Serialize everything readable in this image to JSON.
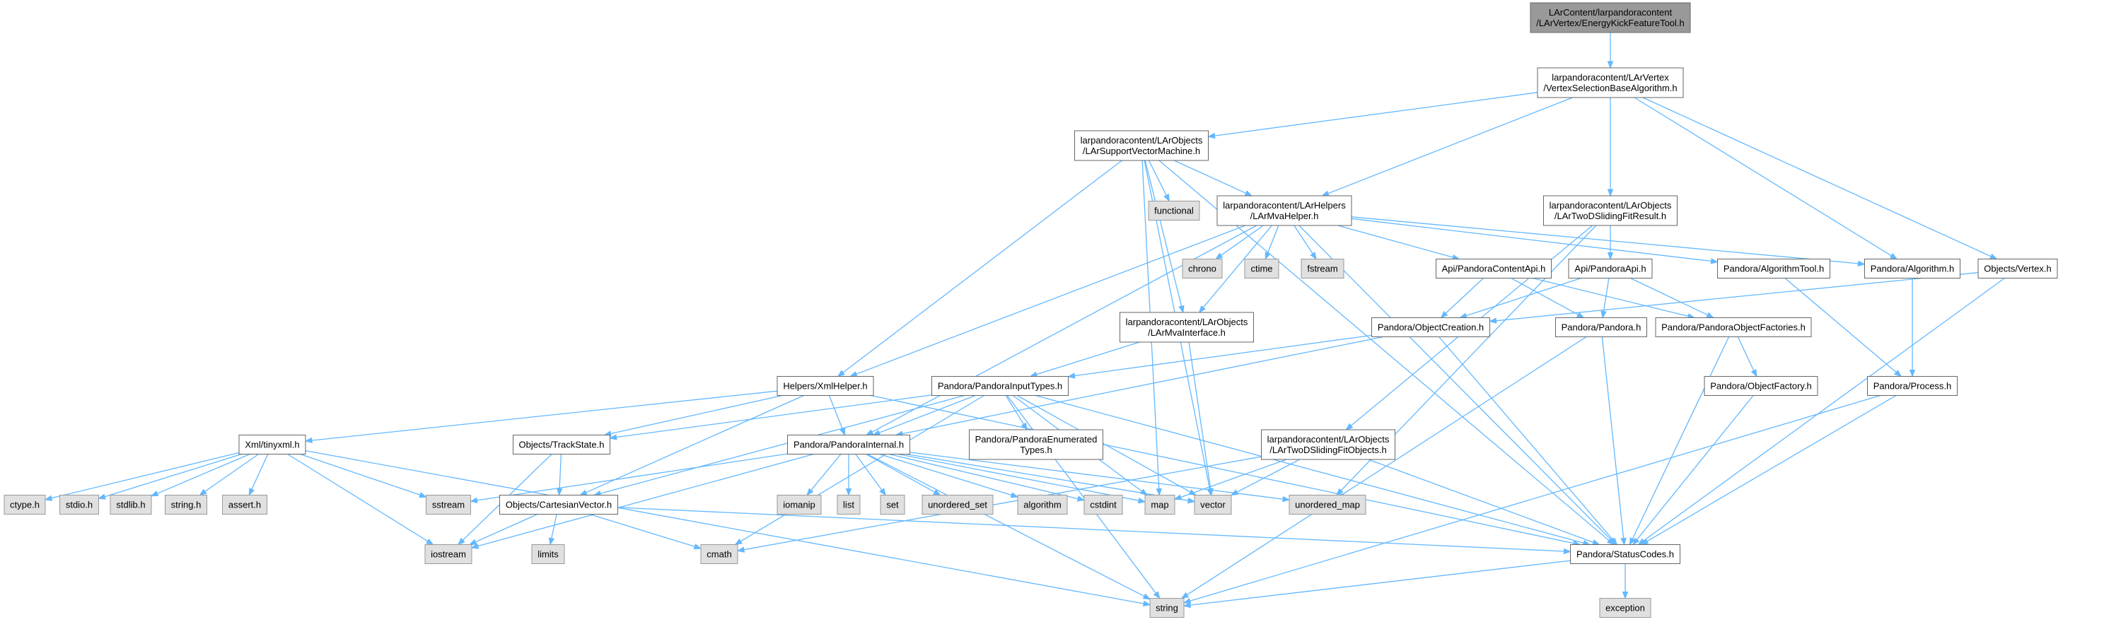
{
  "nodes": {
    "root": {
      "lines": [
        "LArContent/larpandoracontent",
        "/LArVertex/EnergyKickFeatureTool.h"
      ],
      "style": "root"
    },
    "vsba": {
      "lines": [
        "larpandoracontent/LArVertex",
        "/VertexSelectionBaseAlgorithm.h"
      ],
      "style": "file"
    },
    "svm": {
      "lines": [
        "larpandoracontent/LArObjects",
        "/LArSupportVectorMachine.h"
      ],
      "style": "file"
    },
    "mvahelper": {
      "lines": [
        "larpandoracontent/LArHelpers",
        "/LArMvaHelper.h"
      ],
      "style": "file"
    },
    "twodfit": {
      "lines": [
        "larpandoracontent/LArObjects",
        "/LArTwoDSlidingFitResult.h"
      ],
      "style": "file"
    },
    "mvainterface": {
      "lines": [
        "larpandoracontent/LArObjects",
        "/LArMvaInterface.h"
      ],
      "style": "file"
    },
    "twodfitobj": {
      "lines": [
        "larpandoracontent/LArObjects",
        "/LArTwoDSlidingFitObjects.h"
      ],
      "style": "file"
    },
    "functional": {
      "lines": [
        "functional"
      ],
      "style": "sys"
    },
    "chrono": {
      "lines": [
        "chrono"
      ],
      "style": "sys"
    },
    "ctime": {
      "lines": [
        "ctime"
      ],
      "style": "sys"
    },
    "fstream": {
      "lines": [
        "fstream"
      ],
      "style": "sys"
    },
    "pcapi": {
      "lines": [
        "Api/PandoraContentApi.h"
      ],
      "style": "file"
    },
    "papi": {
      "lines": [
        "Api/PandoraApi.h"
      ],
      "style": "file"
    },
    "algtool": {
      "lines": [
        "Pandora/AlgorithmTool.h"
      ],
      "style": "file"
    },
    "alg": {
      "lines": [
        "Pandora/Algorithm.h"
      ],
      "style": "file"
    },
    "vertex": {
      "lines": [
        "Objects/Vertex.h"
      ],
      "style": "file"
    },
    "objcreation": {
      "lines": [
        "Pandora/ObjectCreation.h"
      ],
      "style": "file"
    },
    "pandora": {
      "lines": [
        "Pandora/Pandora.h"
      ],
      "style": "file"
    },
    "pofactories": {
      "lines": [
        "Pandora/PandoraObjectFactories.h"
      ],
      "style": "file"
    },
    "objfactory": {
      "lines": [
        "Pandora/ObjectFactory.h"
      ],
      "style": "file"
    },
    "process": {
      "lines": [
        "Pandora/Process.h"
      ],
      "style": "file"
    },
    "xmlhelper": {
      "lines": [
        "Helpers/XmlHelper.h"
      ],
      "style": "file"
    },
    "inputtypes": {
      "lines": [
        "Pandora/PandoraInputTypes.h"
      ],
      "style": "file"
    },
    "enumtypes": {
      "lines": [
        "Pandora/PandoraEnumerated",
        "Types.h"
      ],
      "style": "file"
    },
    "tinyxml": {
      "lines": [
        "Xml/tinyxml.h"
      ],
      "style": "file"
    },
    "trackstate": {
      "lines": [
        "Objects/TrackState.h"
      ],
      "style": "file"
    },
    "pinternal": {
      "lines": [
        "Pandora/PandoraInternal.h"
      ],
      "style": "file"
    },
    "cartvec": {
      "lines": [
        "Objects/CartesianVector.h"
      ],
      "style": "file"
    },
    "statuscodes": {
      "lines": [
        "Pandora/StatusCodes.h"
      ],
      "style": "file"
    },
    "ctype": {
      "lines": [
        "ctype.h"
      ],
      "style": "sys"
    },
    "stdio": {
      "lines": [
        "stdio.h"
      ],
      "style": "sys"
    },
    "stdlib": {
      "lines": [
        "stdlib.h"
      ],
      "style": "sys"
    },
    "stringh": {
      "lines": [
        "string.h"
      ],
      "style": "sys"
    },
    "assert": {
      "lines": [
        "assert.h"
      ],
      "style": "sys"
    },
    "sstream": {
      "lines": [
        "sstream"
      ],
      "style": "sys"
    },
    "iostream": {
      "lines": [
        "iostream"
      ],
      "style": "sys"
    },
    "limits": {
      "lines": [
        "limits"
      ],
      "style": "sys"
    },
    "cmath": {
      "lines": [
        "cmath"
      ],
      "style": "sys"
    },
    "iomanip": {
      "lines": [
        "iomanip"
      ],
      "style": "sys"
    },
    "list": {
      "lines": [
        "list"
      ],
      "style": "sys"
    },
    "set": {
      "lines": [
        "set"
      ],
      "style": "sys"
    },
    "uset": {
      "lines": [
        "unordered_set"
      ],
      "style": "sys"
    },
    "algorithm": {
      "lines": [
        "algorithm"
      ],
      "style": "sys"
    },
    "cstdint": {
      "lines": [
        "cstdint"
      ],
      "style": "sys"
    },
    "map": {
      "lines": [
        "map"
      ],
      "style": "sys"
    },
    "vector": {
      "lines": [
        "vector"
      ],
      "style": "sys"
    },
    "umap": {
      "lines": [
        "unordered_map"
      ],
      "style": "sys"
    },
    "string": {
      "lines": [
        "string"
      ],
      "style": "sys"
    },
    "exception": {
      "lines": [
        "exception"
      ],
      "style": "sys"
    }
  },
  "edges": [
    [
      "root",
      "vsba"
    ],
    [
      "vsba",
      "svm"
    ],
    [
      "vsba",
      "mvahelper"
    ],
    [
      "vsba",
      "twodfit"
    ],
    [
      "vsba",
      "alg"
    ],
    [
      "vsba",
      "vertex"
    ],
    [
      "svm",
      "functional"
    ],
    [
      "svm",
      "mvahelper"
    ],
    [
      "svm",
      "mvainterface"
    ],
    [
      "svm",
      "xmlhelper"
    ],
    [
      "svm",
      "map"
    ],
    [
      "svm",
      "vector"
    ],
    [
      "svm",
      "statuscodes"
    ],
    [
      "mvahelper",
      "chrono"
    ],
    [
      "mvahelper",
      "ctime"
    ],
    [
      "mvahelper",
      "fstream"
    ],
    [
      "mvahelper",
      "mvainterface"
    ],
    [
      "mvahelper",
      "pcapi"
    ],
    [
      "mvahelper",
      "algtool"
    ],
    [
      "mvahelper",
      "alg"
    ],
    [
      "mvahelper",
      "xmlhelper"
    ],
    [
      "mvahelper",
      "pinternal"
    ],
    [
      "mvahelper",
      "statuscodes"
    ],
    [
      "twodfit",
      "papi"
    ],
    [
      "twodfit",
      "twodfitobj"
    ],
    [
      "twodfit",
      "umap"
    ],
    [
      "mvainterface",
      "inputtypes"
    ],
    [
      "mvainterface",
      "vector"
    ],
    [
      "pcapi",
      "objcreation"
    ],
    [
      "pcapi",
      "pandora"
    ],
    [
      "pcapi",
      "pofactories"
    ],
    [
      "papi",
      "objcreation"
    ],
    [
      "papi",
      "pandora"
    ],
    [
      "papi",
      "pofactories"
    ],
    [
      "algtool",
      "process"
    ],
    [
      "alg",
      "process"
    ],
    [
      "vertex",
      "objcreation"
    ],
    [
      "vertex",
      "statuscodes"
    ],
    [
      "objcreation",
      "inputtypes"
    ],
    [
      "objcreation",
      "pinternal"
    ],
    [
      "objcreation",
      "statuscodes"
    ],
    [
      "pandora",
      "string"
    ],
    [
      "pandora",
      "statuscodes"
    ],
    [
      "pofactories",
      "objfactory"
    ],
    [
      "pofactories",
      "statuscodes"
    ],
    [
      "objfactory",
      "statuscodes"
    ],
    [
      "process",
      "statuscodes"
    ],
    [
      "process",
      "string"
    ],
    [
      "xmlhelper",
      "tinyxml"
    ],
    [
      "xmlhelper",
      "trackstate"
    ],
    [
      "xmlhelper",
      "pinternal"
    ],
    [
      "xmlhelper",
      "cartvec"
    ],
    [
      "xmlhelper",
      "statuscodes"
    ],
    [
      "inputtypes",
      "enumtypes"
    ],
    [
      "inputtypes",
      "trackstate"
    ],
    [
      "inputtypes",
      "pinternal"
    ],
    [
      "inputtypes",
      "cartvec"
    ],
    [
      "inputtypes",
      "statuscodes"
    ],
    [
      "inputtypes",
      "cmath"
    ],
    [
      "inputtypes",
      "string"
    ],
    [
      "inputtypes",
      "map"
    ],
    [
      "inputtypes",
      "vector"
    ],
    [
      "tinyxml",
      "ctype"
    ],
    [
      "tinyxml",
      "stdio"
    ],
    [
      "tinyxml",
      "stdlib"
    ],
    [
      "tinyxml",
      "stringh"
    ],
    [
      "tinyxml",
      "assert"
    ],
    [
      "tinyxml",
      "sstream"
    ],
    [
      "tinyxml",
      "iostream"
    ],
    [
      "tinyxml",
      "string"
    ],
    [
      "trackstate",
      "cartvec"
    ],
    [
      "trackstate",
      "iostream"
    ],
    [
      "pinternal",
      "sstream"
    ],
    [
      "pinternal",
      "iostream"
    ],
    [
      "pinternal",
      "iomanip"
    ],
    [
      "pinternal",
      "list"
    ],
    [
      "pinternal",
      "set"
    ],
    [
      "pinternal",
      "uset"
    ],
    [
      "pinternal",
      "algorithm"
    ],
    [
      "pinternal",
      "cstdint"
    ],
    [
      "pinternal",
      "map"
    ],
    [
      "pinternal",
      "vector"
    ],
    [
      "pinternal",
      "umap"
    ],
    [
      "pinternal",
      "string"
    ],
    [
      "cartvec",
      "iostream"
    ],
    [
      "cartvec",
      "limits"
    ],
    [
      "cartvec",
      "cmath"
    ],
    [
      "cartvec",
      "statuscodes"
    ],
    [
      "twodfitobj",
      "map"
    ],
    [
      "twodfitobj",
      "vector"
    ],
    [
      "twodfitobj",
      "cmath"
    ],
    [
      "twodfitobj",
      "statuscodes"
    ],
    [
      "statuscodes",
      "exception"
    ],
    [
      "statuscodes",
      "string"
    ]
  ],
  "colors": {
    "edge": "#63b8ff",
    "root_fill": "#999999",
    "file_fill": "#ffffff",
    "sys_fill": "#e0e0e0",
    "sys_stroke": "#999999",
    "file_stroke": "#666666"
  }
}
